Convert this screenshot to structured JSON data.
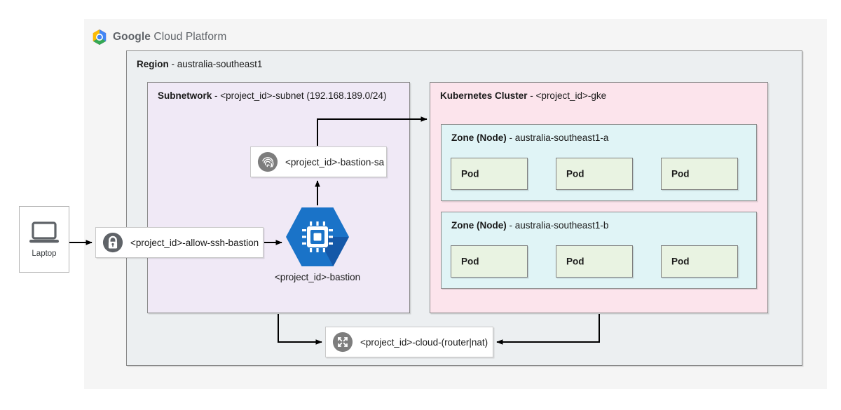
{
  "brand": {
    "logo_icon": "google-cloud-hexagon-logo",
    "word_google": "Google",
    "word_cloud_platform": "Cloud Platform"
  },
  "diagram": {
    "title_separator": " - ",
    "region": {
      "label": "Region",
      "value": "australia-southeast1",
      "fill": "#eceff1"
    },
    "subnetwork": {
      "label": "Subnetwork",
      "value": "<project_id>-subnet (192.168.189.0/24)",
      "fill": "#f0e9f6"
    },
    "kubernetes_cluster": {
      "label": "Kubernetes Cluster",
      "value": "<project_id>-gke",
      "fill": "#fce4ec"
    },
    "zones": [
      {
        "label": "Zone (Node)",
        "value": "australia-southeast1-a",
        "fill": "#e0f4f6",
        "pods": [
          "Pod",
          "Pod",
          "Pod"
        ]
      },
      {
        "label": "Zone (Node)",
        "value": "australia-southeast1-b",
        "fill": "#e0f4f6",
        "pods": [
          "Pod",
          "Pod",
          "Pod"
        ]
      }
    ],
    "nodes": {
      "laptop": {
        "label": "Laptop",
        "icon": "laptop-icon"
      },
      "firewall_rule": {
        "label": "<project_id>-allow-ssh-bastion",
        "icon": "padlock-icon"
      },
      "service_account": {
        "label": "<project_id>-bastion-sa",
        "icon": "fingerprint-icon"
      },
      "bastion_vm": {
        "label": "<project_id>-bastion",
        "icon": "compute-engine-cpu-icon",
        "fill": "#1a73c8"
      },
      "cloud_router_nat": {
        "label": "<project_id>-cloud-(router|nat)",
        "icon": "router-nat-arrows-icon"
      }
    },
    "colors": {
      "canvas": "#ffffff",
      "gcp_panel": "#f5f5f5",
      "pod_fill": "#e9f3e2",
      "arrow": "#000000",
      "border": "#8a8a8a",
      "bastion_blue": "#1a73c8",
      "bastion_blue_shade": "#1558a8"
    }
  }
}
